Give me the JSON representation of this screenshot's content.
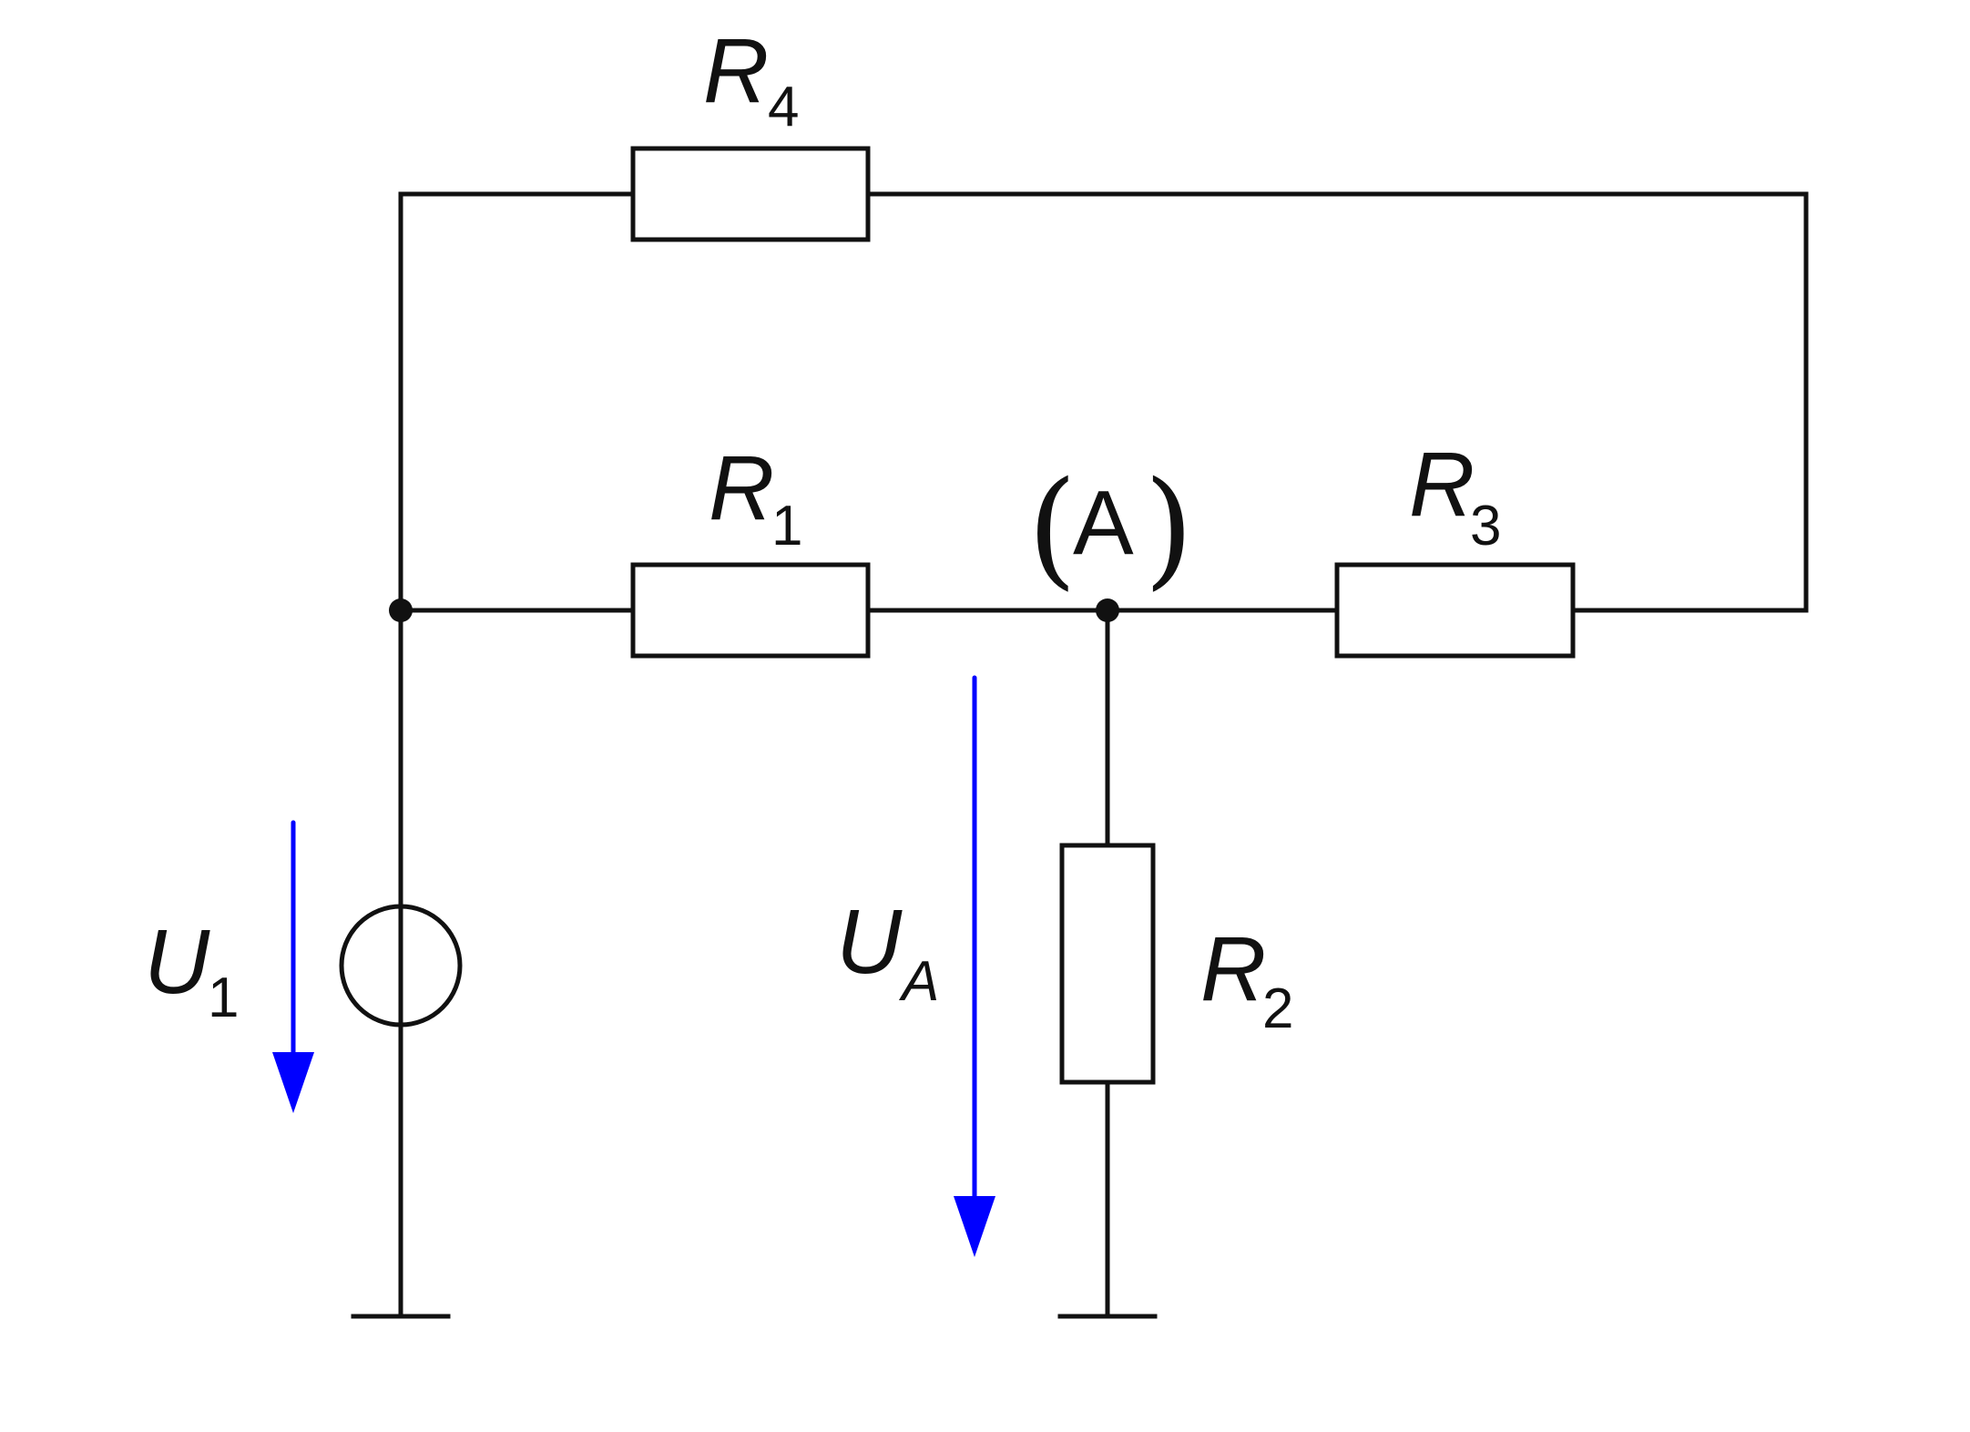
{
  "colors": {
    "wire": "#111111",
    "arrow": "#0000ff",
    "background": "#ffffff"
  },
  "labels": {
    "r4": {
      "main": "R",
      "sub": "4"
    },
    "r1": {
      "main": "R",
      "sub": "1"
    },
    "r3": {
      "main": "R",
      "sub": "3"
    },
    "r2": {
      "main": "R",
      "sub": "2"
    },
    "u1": {
      "main": "U",
      "sub": "1"
    },
    "ua": {
      "main": "U",
      "sub": "A"
    },
    "node_a": {
      "open": "(",
      "text": "A",
      "close": ")"
    }
  },
  "icons": {
    "voltage_source": "circle-source-icon",
    "ground": "ground-icon",
    "arrow": "arrow-down-icon"
  }
}
